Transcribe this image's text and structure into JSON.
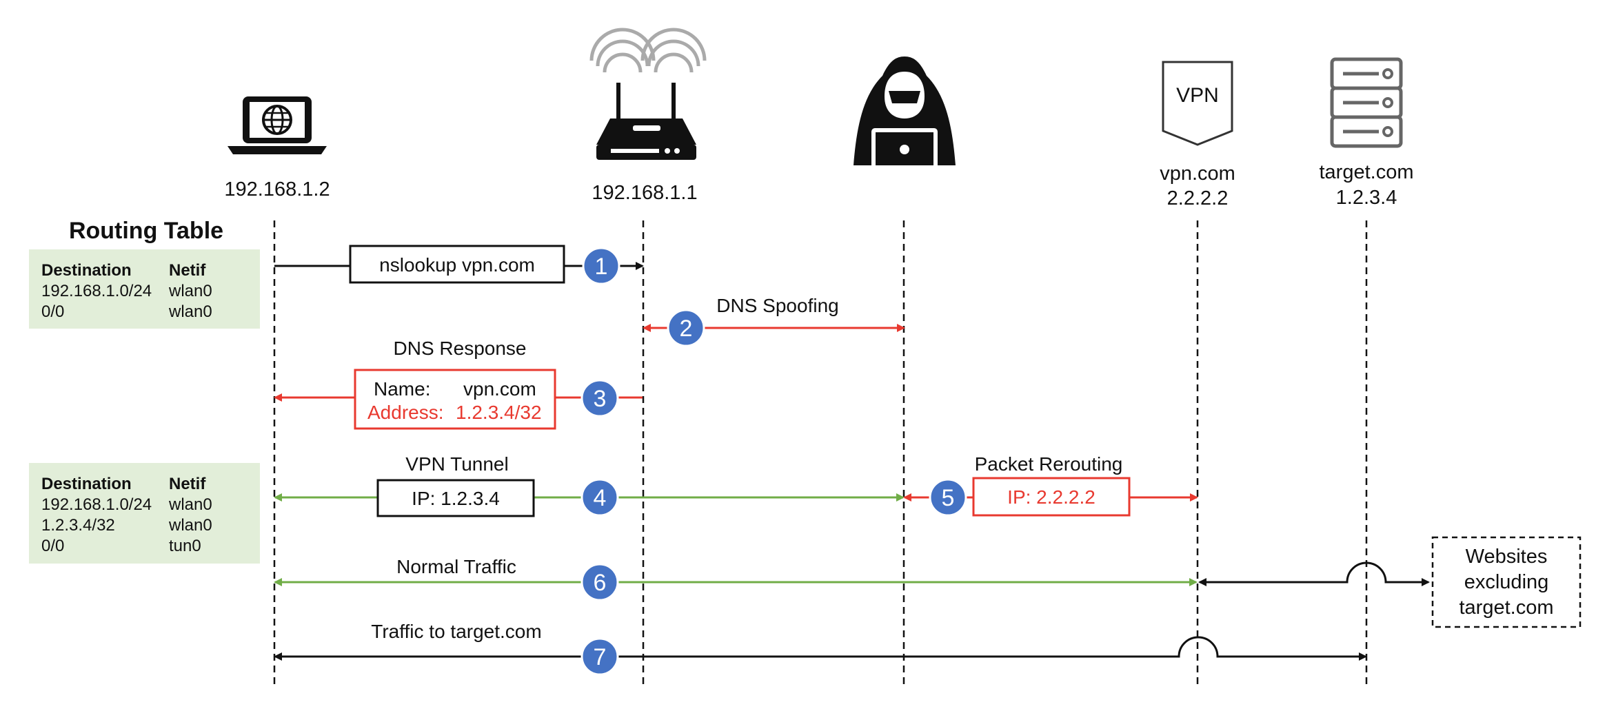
{
  "nodes": {
    "client": {
      "ip": "192.168.1.2"
    },
    "router": {
      "ip": "192.168.1.1"
    },
    "vpn": {
      "badge": "VPN",
      "name": "vpn.com",
      "ip": "2.2.2.2"
    },
    "target": {
      "name": "target.com",
      "ip": "1.2.3.4"
    }
  },
  "routing": {
    "title": "Routing Table",
    "table1": {
      "headers": [
        "Destination",
        "Netif"
      ],
      "rows": [
        [
          "192.168.1.0/24",
          "wlan0"
        ],
        [
          "0/0",
          "wlan0"
        ]
      ]
    },
    "table2": {
      "headers": [
        "Destination",
        "Netif"
      ],
      "rows": [
        [
          "192.168.1.0/24",
          "wlan0"
        ],
        [
          "1.2.3.4/32",
          "wlan0"
        ],
        [
          "0/0",
          "tun0"
        ]
      ]
    }
  },
  "steps": [
    {
      "num": "1",
      "box": "nslookup vpn.com"
    },
    {
      "num": "2",
      "label": "DNS Spoofing"
    },
    {
      "num": "3",
      "label": "DNS Response",
      "name_key": "Name:",
      "name_val": "vpn.com",
      "addr_key": "Address:",
      "addr_val": "1.2.3.4/32"
    },
    {
      "num": "4",
      "label": "VPN Tunnel",
      "box": "IP: 1.2.3.4"
    },
    {
      "num": "5",
      "label": "Packet Rerouting",
      "box": "IP: 2.2.2.2"
    },
    {
      "num": "6",
      "label": "Normal Traffic"
    },
    {
      "num": "7",
      "label": "Traffic to target.com"
    }
  ],
  "websites": {
    "line1": "Websites",
    "line2": "excluding",
    "line3": "target.com"
  },
  "colors": {
    "red": "#e8392f",
    "green": "#70ad47",
    "blue": "#4472c4",
    "table_bg": "#e2eed9",
    "black": "#111111"
  }
}
